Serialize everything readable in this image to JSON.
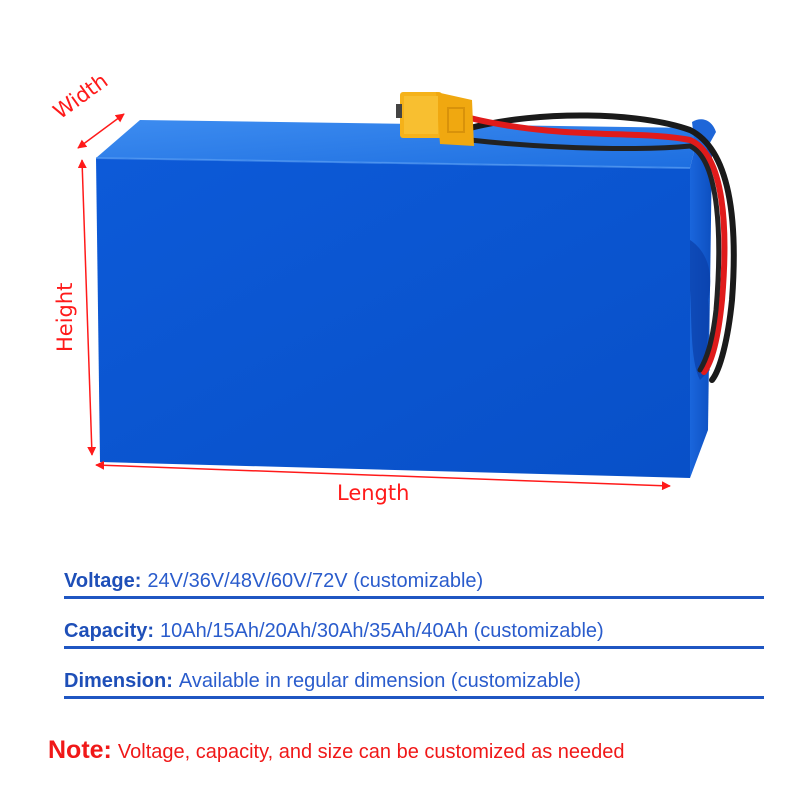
{
  "figure": {
    "subject": "lithium-battery-pack",
    "dimension_labels": {
      "width": "Width",
      "height": "Height",
      "length": "Length"
    },
    "colors": {
      "battery_front": "#0a58d6",
      "battery_top": "#2b7de8",
      "connector": "#f5b21a",
      "wire_red": "#e01b1b",
      "wire_black": "#1a1a1a",
      "dimension_arrow": "#ff1a1a"
    }
  },
  "specs": [
    {
      "label": "Voltage:",
      "value": "24V/36V/48V/60V/72V (customizable)"
    },
    {
      "label": "Capacity:",
      "value": "10Ah/15Ah/20Ah/30Ah/35Ah/40Ah (customizable)"
    },
    {
      "label": "Dimension:",
      "value": "Available in regular dimension (customizable)"
    }
  ],
  "note": {
    "label": "Note:",
    "text": "Voltage, capacity, and size can be customized as needed"
  },
  "colors": {
    "spec_text": "#2255c8",
    "spec_rule": "#1f56c2",
    "note_text": "#f01818"
  }
}
